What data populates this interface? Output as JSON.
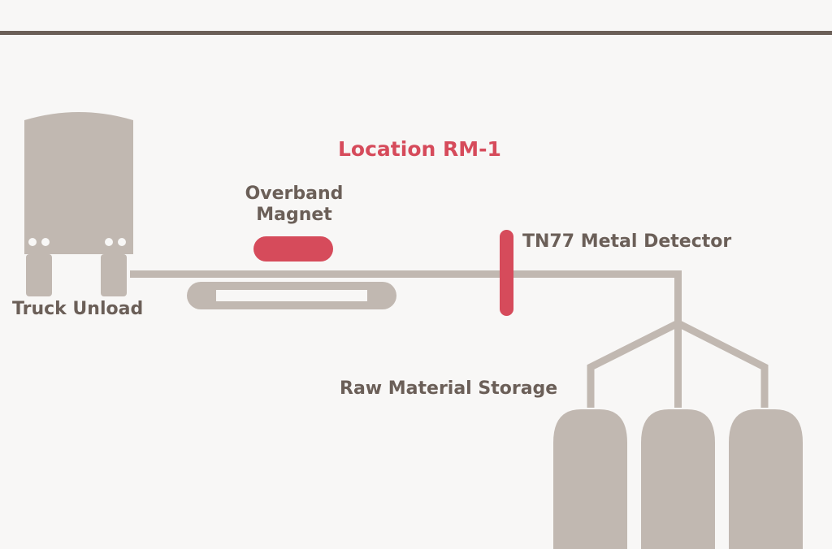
{
  "diagram": {
    "title": "Location RM-1",
    "labels": {
      "magnet_line1": "Overband",
      "magnet_line2": "Magnet",
      "detector": "TN77 Metal Detector",
      "truck": "Truck Unload",
      "storage": "Raw Material Storage"
    },
    "colors": {
      "background": "#f8f7f6",
      "structure": "#c1b8b1",
      "accent": "#d64b5b",
      "text": "#6b5f58",
      "rule": "#6b5f58"
    }
  }
}
